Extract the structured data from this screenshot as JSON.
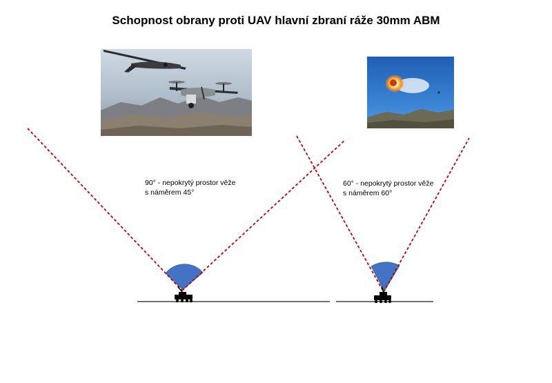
{
  "title": "Schopnost obrany proti UAV hlavní zbraní ráže 30mm ABM",
  "left_scenario": {
    "line1": "90° - nepokrytý prostor věže",
    "line2": "s náměrem 45°"
  },
  "right_scenario": {
    "line1": "60° - nepokrytý prostor věže",
    "line2": "s náměrem 60°"
  },
  "colors": {
    "boundary_line": "#c00000",
    "coverage_sector": "#4472c4",
    "ground": "#404040",
    "vehicle": "#000000"
  }
}
